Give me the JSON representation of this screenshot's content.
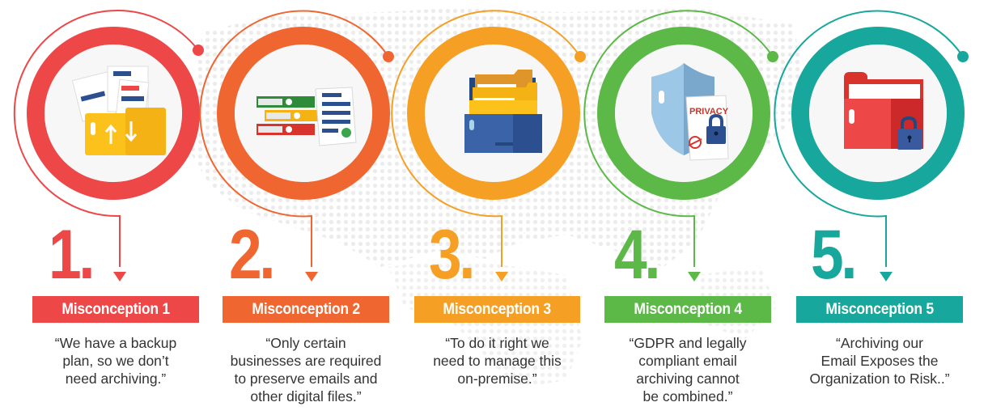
{
  "items": [
    {
      "number": "1.",
      "title": "Misconception 1",
      "quote_lines": [
        "“We have a backup",
        "plan, so we don’t",
        "need archiving.”"
      ],
      "color": "#ee4748",
      "icon": "folder-transfer-icon"
    },
    {
      "number": "2.",
      "title": "Misconception 2",
      "quote_lines": [
        "“Only certain",
        "businesses are required",
        "to preserve emails and",
        "other digital files.”"
      ],
      "color": "#ef6630",
      "icon": "binders-document-icon"
    },
    {
      "number": "3.",
      "title": "Misconception 3",
      "quote_lines": [
        "“To do it right we",
        "need to manage this",
        "on-premise.”"
      ],
      "color": "#f5a024",
      "icon": "file-drawer-icon"
    },
    {
      "number": "4.",
      "title": "Misconception 4",
      "quote_lines": [
        "“GDPR and legally",
        "compliant email",
        "archiving cannot",
        "be combined.”"
      ],
      "color": "#5cb947",
      "icon": "shield-privacy-lock-icon",
      "icon_text": "PRIVACY"
    },
    {
      "number": "5.",
      "title": "Misconception 5",
      "quote_lines": [
        "“Archiving our",
        "Email Exposes the",
        "Organization to Risk..”"
      ],
      "color": "#17a79c",
      "icon": "locked-folder-icon"
    }
  ]
}
